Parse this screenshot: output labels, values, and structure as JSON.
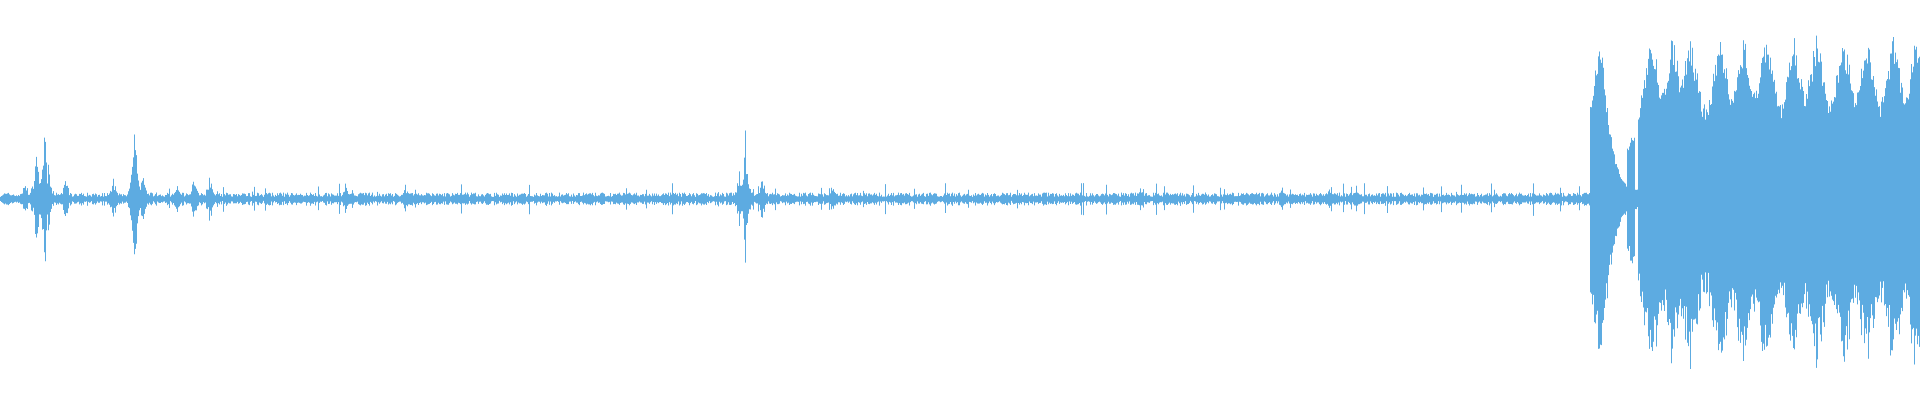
{
  "waveform": {
    "color": "#5dabe1",
    "background": "#ffffff",
    "baseline_amplitude": 0.025,
    "transients": [
      {
        "t_pct": 1.3,
        "amp": 0.12
      },
      {
        "t_pct": 1.9,
        "amp": 0.3
      },
      {
        "t_pct": 2.3,
        "amp": 0.42
      },
      {
        "t_pct": 2.5,
        "amp": 0.22
      },
      {
        "t_pct": 3.4,
        "amp": 0.15
      },
      {
        "t_pct": 5.9,
        "amp": 0.13
      },
      {
        "t_pct": 7.0,
        "amp": 0.4
      },
      {
        "t_pct": 7.4,
        "amp": 0.2
      },
      {
        "t_pct": 9.2,
        "amp": 0.1
      },
      {
        "t_pct": 10.1,
        "amp": 0.15
      },
      {
        "t_pct": 10.9,
        "amp": 0.16
      },
      {
        "t_pct": 18.0,
        "amp": 0.1
      },
      {
        "t_pct": 21.1,
        "amp": 0.09
      },
      {
        "t_pct": 38.5,
        "amp": 0.2
      },
      {
        "t_pct": 38.8,
        "amp": 0.38
      },
      {
        "t_pct": 39.7,
        "amp": 0.14
      },
      {
        "t_pct": 43.3,
        "amp": 0.1
      },
      {
        "t_pct": 59.4,
        "amp": 0.07
      },
      {
        "t_pct": 66.8,
        "amp": 0.08
      },
      {
        "t_pct": 69.2,
        "amp": 0.07
      }
    ],
    "loud_section": {
      "start_pct": 82.8,
      "first_burst": {
        "peak_pct": 83.4,
        "amp": 0.96,
        "decay_to_pct": 84.8
      },
      "small_burst": {
        "peak_pct": 84.9,
        "amp": 0.3
      },
      "sustained_start_pct": 85.3,
      "pulse_peaks_pct": [
        86.0,
        87.1,
        88.0,
        89.6,
        90.8,
        92.0,
        93.4,
        94.6,
        96.0,
        97.2,
        98.6,
        99.8
      ],
      "pulse_peak_amp": 0.97,
      "pulse_trough_amp": 0.55
    }
  }
}
